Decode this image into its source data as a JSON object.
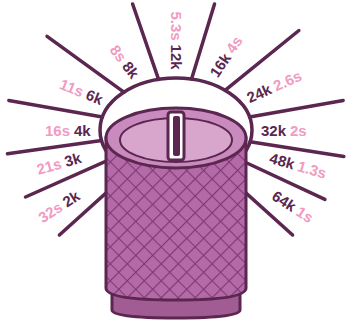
{
  "diagram": {
    "labels": [
      "32s",
      "2k",
      "21s",
      "3k",
      "16s",
      "4k",
      "11s",
      "6k",
      "8s",
      "8k",
      "5.3s",
      "12k",
      "16k",
      "4s",
      "24k",
      "2.6s",
      "32k",
      "2s",
      "48k",
      "1.3s",
      "64k",
      "1s"
    ]
  }
}
